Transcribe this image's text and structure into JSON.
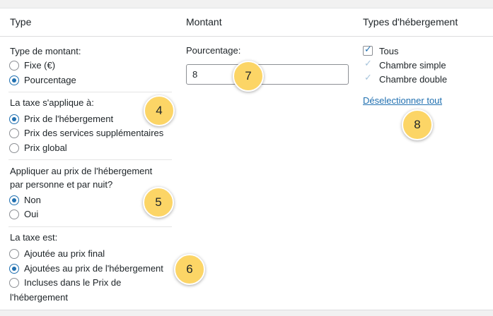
{
  "headers": {
    "type": "Type",
    "amount": "Montant",
    "accommodation_types": "Types d'hébergement"
  },
  "amount_type": {
    "label": "Type de montant:",
    "options": [
      {
        "label": "Fixe (€)",
        "selected": false
      },
      {
        "label": "Pourcentage",
        "selected": true
      }
    ]
  },
  "tax_applies": {
    "label": "La taxe s'applique à:",
    "options": [
      {
        "label": "Prix de l'hébergement",
        "selected": true
      },
      {
        "label": "Prix des services supplémentaires",
        "selected": false
      },
      {
        "label": "Prix global",
        "selected": false
      }
    ]
  },
  "per_person": {
    "label_line1": "Appliquer au prix de l'hébergement",
    "label_line2": "par personne et par nuit?",
    "options": [
      {
        "label": "Non",
        "selected": true
      },
      {
        "label": "Oui",
        "selected": false
      }
    ]
  },
  "tax_is": {
    "label": "La taxe est:",
    "options": [
      {
        "label": "Ajoutée au prix final",
        "selected": false
      },
      {
        "label": "Ajoutées au prix de l'hébergement",
        "selected": true
      },
      {
        "label_line1": "Incluses dans le Prix de",
        "label_line2": "l'hébergement",
        "selected": false
      }
    ]
  },
  "amount": {
    "label": "Pourcentage:",
    "value": "8"
  },
  "accommodations": {
    "items": [
      {
        "label": "Tous",
        "checked": true
      },
      {
        "label": "Chambre simple",
        "checked": true
      },
      {
        "label": "Chambre double",
        "checked": true
      }
    ],
    "deselect_link": "Déselectionner tout"
  },
  "badges": [
    "4",
    "5",
    "6",
    "7",
    "8"
  ],
  "colors": {
    "accent": "#2271b1",
    "badge": "#fcd566"
  }
}
